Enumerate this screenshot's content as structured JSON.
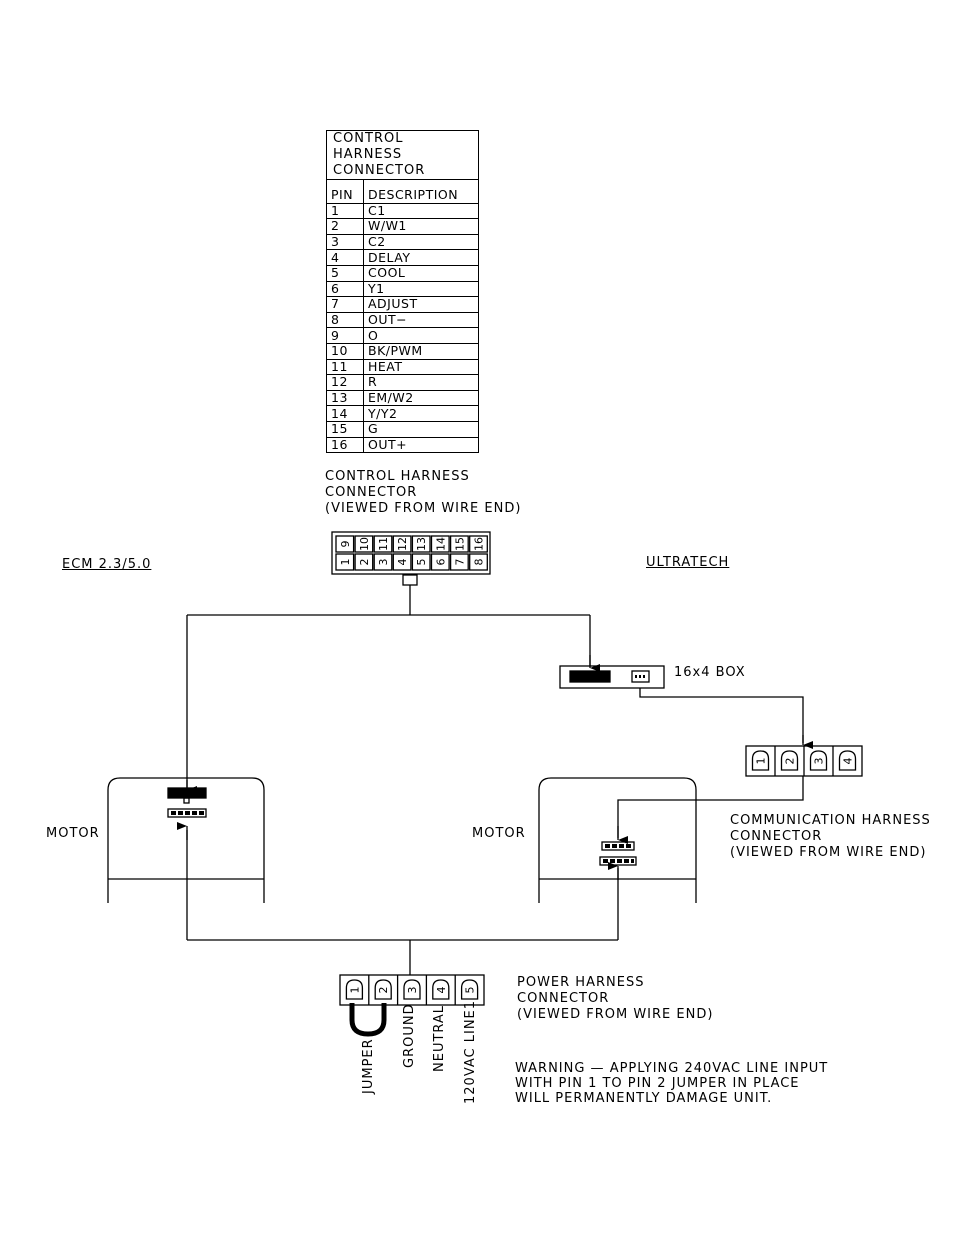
{
  "pin_table": {
    "title_line1": "CONTROL HARNESS",
    "title_line2": "CONNECTOR",
    "col_pin": "PIN",
    "col_desc": "DESCRIPTION",
    "rows": [
      {
        "pin": "1",
        "desc": "C1"
      },
      {
        "pin": "2",
        "desc": "W/W1"
      },
      {
        "pin": "3",
        "desc": "C2"
      },
      {
        "pin": "4",
        "desc": "DELAY"
      },
      {
        "pin": "5",
        "desc": "COOL"
      },
      {
        "pin": "6",
        "desc": "Y1"
      },
      {
        "pin": "7",
        "desc": "ADJUST"
      },
      {
        "pin": "8",
        "desc": "OUT−"
      },
      {
        "pin": "9",
        "desc": "O"
      },
      {
        "pin": "10",
        "desc": "BK/PWM"
      },
      {
        "pin": "11",
        "desc": "HEAT"
      },
      {
        "pin": "12",
        "desc": "R"
      },
      {
        "pin": "13",
        "desc": "EM/W2"
      },
      {
        "pin": "14",
        "desc": "Y/Y2"
      },
      {
        "pin": "15",
        "desc": "G"
      },
      {
        "pin": "16",
        "desc": "OUT+"
      }
    ]
  },
  "control_connector": {
    "line1": "CONTROL HARNESS",
    "line2": "CONNECTOR",
    "line3": "(VIEWED FROM WIRE END)",
    "top_pins": [
      "9",
      "10",
      "11",
      "12",
      "13",
      "14",
      "15",
      "16"
    ],
    "bottom_pins": [
      "1",
      "2",
      "3",
      "4",
      "5",
      "6",
      "7",
      "8"
    ]
  },
  "labels": {
    "ecm": "ECM 2.3/5.0",
    "ultratech": "ULTRATECH",
    "box": "16x4 BOX",
    "motor_left": "MOTOR",
    "motor_right": "MOTOR"
  },
  "comm_connector": {
    "line1": "COMMUNICATION HARNESS",
    "line2": "CONNECTOR",
    "line3": "(VIEWED FROM WIRE END)",
    "pins": [
      "1",
      "2",
      "3",
      "4"
    ]
  },
  "power_connector": {
    "line1": "POWER HARNESS",
    "line2": "CONNECTOR",
    "line3": "(VIEWED FROM WIRE END)",
    "pins": [
      "1",
      "2",
      "3",
      "4",
      "5"
    ],
    "pin_labels": [
      "JUMPER",
      "GROUND",
      "NEUTRAL",
      "120VAC LINE1"
    ]
  },
  "warning": {
    "line1": "WARNING — APPLYING 240VAC LINE INPUT",
    "line2": "WITH PIN 1 TO PIN 2 JUMPER IN PLACE",
    "line3": "WILL PERMANENTLY DAMAGE UNIT."
  }
}
